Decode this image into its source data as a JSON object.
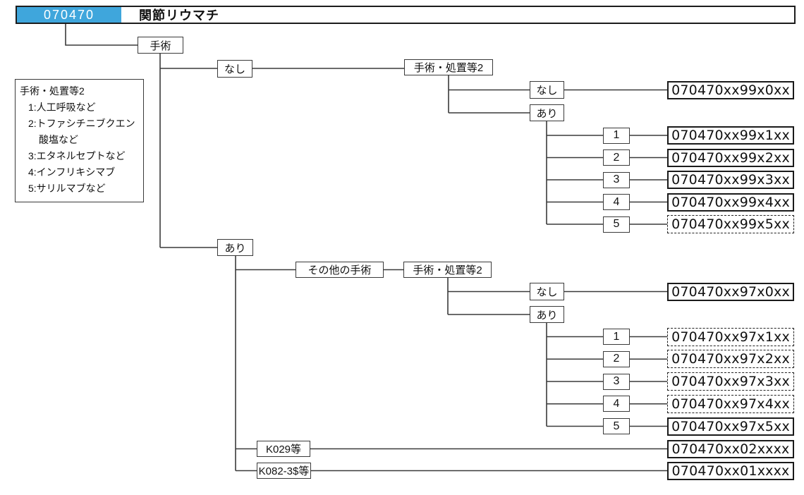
{
  "header": {
    "code": "070470",
    "title": "関節リウマチ",
    "badge_color": "#3fa6dc"
  },
  "legend": {
    "title": "手術・処置等2",
    "lines": [
      "1:人工呼吸など",
      "2:トファシチニブクエン",
      "酸塩など",
      "3:エタネルセプトなど",
      "4:インフリキシマブ",
      "5:サリルマブなど"
    ]
  },
  "nodes": {
    "surgery": "手術",
    "surgery_none": "なし",
    "surgery_yes": "あり",
    "proc_group1": "手術・処置等2",
    "proc1_none": "なし",
    "proc1_yes": "あり",
    "other_surgery": "その他の手術",
    "proc_group2": "手術・処置等2",
    "proc2_none": "なし",
    "proc2_yes": "あり",
    "k029": "K029等",
    "k082": "K082-3$等"
  },
  "codes": {
    "group1_none": "070470xx99x0xx",
    "group1_rows": [
      {
        "label": "1",
        "code": "070470xx99x1xx",
        "dashed": false
      },
      {
        "label": "2",
        "code": "070470xx99x2xx",
        "dashed": false
      },
      {
        "label": "3",
        "code": "070470xx99x3xx",
        "dashed": false
      },
      {
        "label": "4",
        "code": "070470xx99x4xx",
        "dashed": false
      },
      {
        "label": "5",
        "code": "070470xx99x5xx",
        "dashed": true
      }
    ],
    "group2_none": "070470xx97x0xx",
    "group2_rows": [
      {
        "label": "1",
        "code": "070470xx97x1xx",
        "dashed": true
      },
      {
        "label": "2",
        "code": "070470xx97x2xx",
        "dashed": true
      },
      {
        "label": "3",
        "code": "070470xx97x3xx",
        "dashed": true
      },
      {
        "label": "4",
        "code": "070470xx97x4xx",
        "dashed": true
      },
      {
        "label": "5",
        "code": "070470xx97x5xx",
        "dashed": false
      }
    ],
    "k029_code": "070470xx02xxxx",
    "k082_code": "070470xx01xxxx"
  }
}
